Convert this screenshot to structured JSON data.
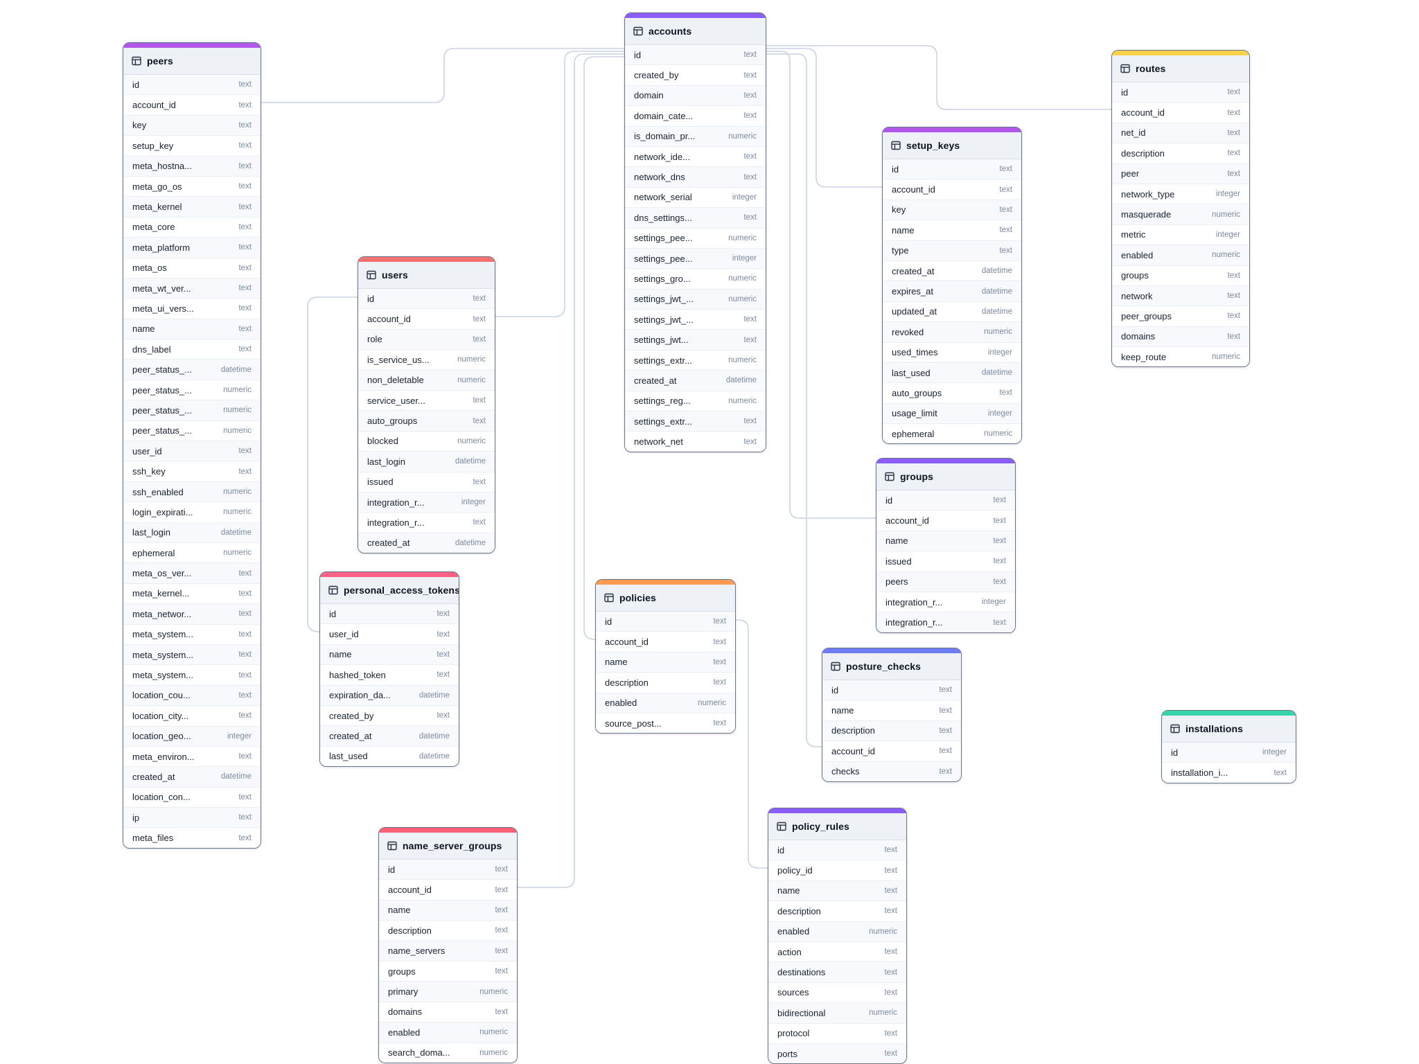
{
  "diagram": {
    "tables": [
      {
        "name": "peers",
        "header_color": "#b157e9",
        "fields": [
          {
            "name": "id",
            "type": "text"
          },
          {
            "name": "account_id",
            "type": "text"
          },
          {
            "name": "key",
            "type": "text"
          },
          {
            "name": "setup_key",
            "type": "text"
          },
          {
            "name": "meta_hostna...",
            "type": "text"
          },
          {
            "name": "meta_go_os",
            "type": "text"
          },
          {
            "name": "meta_kernel",
            "type": "text"
          },
          {
            "name": "meta_core",
            "type": "text"
          },
          {
            "name": "meta_platform",
            "type": "text"
          },
          {
            "name": "meta_os",
            "type": "text"
          },
          {
            "name": "meta_wt_ver...",
            "type": "text"
          },
          {
            "name": "meta_ui_vers...",
            "type": "text"
          },
          {
            "name": "name",
            "type": "text"
          },
          {
            "name": "dns_label",
            "type": "text"
          },
          {
            "name": "peer_status_...",
            "type": "datetime"
          },
          {
            "name": "peer_status_...",
            "type": "numeric"
          },
          {
            "name": "peer_status_...",
            "type": "numeric"
          },
          {
            "name": "peer_status_...",
            "type": "numeric"
          },
          {
            "name": "user_id",
            "type": "text"
          },
          {
            "name": "ssh_key",
            "type": "text"
          },
          {
            "name": "ssh_enabled",
            "type": "numeric"
          },
          {
            "name": "login_expirati...",
            "type": "numeric"
          },
          {
            "name": "last_login",
            "type": "datetime"
          },
          {
            "name": "ephemeral",
            "type": "numeric"
          },
          {
            "name": "meta_os_ver...",
            "type": "text"
          },
          {
            "name": "meta_kernel...",
            "type": "text"
          },
          {
            "name": "meta_networ...",
            "type": "text"
          },
          {
            "name": "meta_system...",
            "type": "text"
          },
          {
            "name": "meta_system...",
            "type": "text"
          },
          {
            "name": "meta_system...",
            "type": "text"
          },
          {
            "name": "location_cou...",
            "type": "text"
          },
          {
            "name": "location_city...",
            "type": "text"
          },
          {
            "name": "location_geo...",
            "type": "integer"
          },
          {
            "name": "meta_environ...",
            "type": "text"
          },
          {
            "name": "created_at",
            "type": "datetime"
          },
          {
            "name": "location_con...",
            "type": "text"
          },
          {
            "name": "ip",
            "type": "text"
          },
          {
            "name": "meta_files",
            "type": "text"
          }
        ]
      },
      {
        "name": "accounts",
        "header_color": "#8b5cf6",
        "fields": [
          {
            "name": "id",
            "type": "text"
          },
          {
            "name": "created_by",
            "type": "text"
          },
          {
            "name": "domain",
            "type": "text"
          },
          {
            "name": "domain_cate...",
            "type": "text"
          },
          {
            "name": "is_domain_pr...",
            "type": "numeric"
          },
          {
            "name": "network_ide...",
            "type": "text"
          },
          {
            "name": "network_dns",
            "type": "text"
          },
          {
            "name": "network_serial",
            "type": "integer"
          },
          {
            "name": "dns_settings...",
            "type": "text"
          },
          {
            "name": "settings_pee...",
            "type": "numeric"
          },
          {
            "name": "settings_pee...",
            "type": "integer"
          },
          {
            "name": "settings_gro...",
            "type": "numeric"
          },
          {
            "name": "settings_jwt_...",
            "type": "numeric"
          },
          {
            "name": "settings_jwt_...",
            "type": "text"
          },
          {
            "name": "settings_jwt...",
            "type": "text"
          },
          {
            "name": "settings_extr...",
            "type": "numeric"
          },
          {
            "name": "created_at",
            "type": "datetime"
          },
          {
            "name": "settings_reg...",
            "type": "numeric"
          },
          {
            "name": "settings_extr...",
            "type": "text"
          },
          {
            "name": "network_net",
            "type": "text"
          }
        ]
      },
      {
        "name": "users",
        "header_color": "#f87171",
        "fields": [
          {
            "name": "id",
            "type": "text"
          },
          {
            "name": "account_id",
            "type": "text"
          },
          {
            "name": "role",
            "type": "text"
          },
          {
            "name": "is_service_us...",
            "type": "numeric"
          },
          {
            "name": "non_deletable",
            "type": "numeric"
          },
          {
            "name": "service_user...",
            "type": "text"
          },
          {
            "name": "auto_groups",
            "type": "text"
          },
          {
            "name": "blocked",
            "type": "numeric"
          },
          {
            "name": "last_login",
            "type": "datetime"
          },
          {
            "name": "issued",
            "type": "text"
          },
          {
            "name": "integration_r...",
            "type": "integer"
          },
          {
            "name": "integration_r...",
            "type": "text"
          },
          {
            "name": "created_at",
            "type": "datetime"
          }
        ]
      },
      {
        "name": "personal_access_tokens",
        "header_color": "#fb6286",
        "fields": [
          {
            "name": "id",
            "type": "text"
          },
          {
            "name": "user_id",
            "type": "text"
          },
          {
            "name": "name",
            "type": "text"
          },
          {
            "name": "hashed_token",
            "type": "text"
          },
          {
            "name": "expiration_da...",
            "type": "datetime"
          },
          {
            "name": "created_by",
            "type": "text"
          },
          {
            "name": "created_at",
            "type": "datetime"
          },
          {
            "name": "last_used",
            "type": "datetime"
          }
        ]
      },
      {
        "name": "setup_keys",
        "header_color": "#b157e9",
        "fields": [
          {
            "name": "id",
            "type": "text"
          },
          {
            "name": "account_id",
            "type": "text"
          },
          {
            "name": "key",
            "type": "text"
          },
          {
            "name": "name",
            "type": "text"
          },
          {
            "name": "type",
            "type": "text"
          },
          {
            "name": "created_at",
            "type": "datetime"
          },
          {
            "name": "expires_at",
            "type": "datetime"
          },
          {
            "name": "updated_at",
            "type": "datetime"
          },
          {
            "name": "revoked",
            "type": "numeric"
          },
          {
            "name": "used_times",
            "type": "integer"
          },
          {
            "name": "last_used",
            "type": "datetime"
          },
          {
            "name": "auto_groups",
            "type": "text"
          },
          {
            "name": "usage_limit",
            "type": "integer"
          },
          {
            "name": "ephemeral",
            "type": "numeric"
          }
        ]
      },
      {
        "name": "routes",
        "header_color": "#fbd14b",
        "fields": [
          {
            "name": "id",
            "type": "text"
          },
          {
            "name": "account_id",
            "type": "text"
          },
          {
            "name": "net_id",
            "type": "text"
          },
          {
            "name": "description",
            "type": "text"
          },
          {
            "name": "peer",
            "type": "text"
          },
          {
            "name": "network_type",
            "type": "integer"
          },
          {
            "name": "masquerade",
            "type": "numeric"
          },
          {
            "name": "metric",
            "type": "integer"
          },
          {
            "name": "enabled",
            "type": "numeric"
          },
          {
            "name": "groups",
            "type": "text"
          },
          {
            "name": "network",
            "type": "text"
          },
          {
            "name": "peer_groups",
            "type": "text"
          },
          {
            "name": "domains",
            "type": "text"
          },
          {
            "name": "keep_route",
            "type": "numeric"
          }
        ]
      },
      {
        "name": "groups",
        "header_color": "#8b5cf6",
        "fields": [
          {
            "name": "id",
            "type": "text"
          },
          {
            "name": "account_id",
            "type": "text"
          },
          {
            "name": "name",
            "type": "text"
          },
          {
            "name": "issued",
            "type": "text"
          },
          {
            "name": "peers",
            "type": "text"
          },
          {
            "name": "integration_r...",
            "type": "integer"
          },
          {
            "name": "integration_r...",
            "type": "text"
          }
        ]
      },
      {
        "name": "policies",
        "header_color": "#fb9a50",
        "fields": [
          {
            "name": "id",
            "type": "text"
          },
          {
            "name": "account_id",
            "type": "text"
          },
          {
            "name": "name",
            "type": "text"
          },
          {
            "name": "description",
            "type": "text"
          },
          {
            "name": "enabled",
            "type": "numeric"
          },
          {
            "name": "source_post...",
            "type": "text"
          }
        ]
      },
      {
        "name": "posture_checks",
        "header_color": "#6e7bf7",
        "fields": [
          {
            "name": "id",
            "type": "text"
          },
          {
            "name": "name",
            "type": "text"
          },
          {
            "name": "description",
            "type": "text"
          },
          {
            "name": "account_id",
            "type": "text"
          },
          {
            "name": "checks",
            "type": "text"
          }
        ]
      },
      {
        "name": "policy_rules",
        "header_color": "#8b5cf6",
        "fields": [
          {
            "name": "id",
            "type": "text"
          },
          {
            "name": "policy_id",
            "type": "text"
          },
          {
            "name": "name",
            "type": "text"
          },
          {
            "name": "description",
            "type": "text"
          },
          {
            "name": "enabled",
            "type": "numeric"
          },
          {
            "name": "action",
            "type": "text"
          },
          {
            "name": "destinations",
            "type": "text"
          },
          {
            "name": "sources",
            "type": "text"
          },
          {
            "name": "bidirectional",
            "type": "numeric"
          },
          {
            "name": "protocol",
            "type": "text"
          },
          {
            "name": "ports",
            "type": "text"
          }
        ]
      },
      {
        "name": "name_server_groups",
        "header_color": "#fb6079",
        "fields": [
          {
            "name": "id",
            "type": "text"
          },
          {
            "name": "account_id",
            "type": "text"
          },
          {
            "name": "name",
            "type": "text"
          },
          {
            "name": "description",
            "type": "text"
          },
          {
            "name": "name_servers",
            "type": "text"
          },
          {
            "name": "groups",
            "type": "text"
          },
          {
            "name": "primary",
            "type": "numeric"
          },
          {
            "name": "domains",
            "type": "text"
          },
          {
            "name": "enabled",
            "type": "numeric"
          },
          {
            "name": "search_doma...",
            "type": "numeric"
          }
        ]
      },
      {
        "name": "installations",
        "header_color": "#36d3a8",
        "fields": [
          {
            "name": "id",
            "type": "integer"
          },
          {
            "name": "installation_i...",
            "type": "text"
          }
        ]
      }
    ],
    "relationships": [
      {
        "from": "peers.account_id",
        "to": "accounts.id"
      },
      {
        "from": "users.account_id",
        "to": "accounts.id"
      },
      {
        "from": "name_server_groups.account_id",
        "to": "accounts.id"
      },
      {
        "from": "policies.account_id",
        "to": "accounts.id"
      },
      {
        "from": "personal_access_tokens.user_id",
        "to": "users.id"
      },
      {
        "from": "accounts.id",
        "to": "routes.account_id"
      },
      {
        "from": "accounts.id",
        "to": "setup_keys.account_id"
      },
      {
        "from": "accounts.id",
        "to": "groups.account_id"
      },
      {
        "from": "accounts.id",
        "to": "posture_checks.account_id"
      },
      {
        "from": "policies.id",
        "to": "policy_rules.policy_id"
      }
    ]
  }
}
